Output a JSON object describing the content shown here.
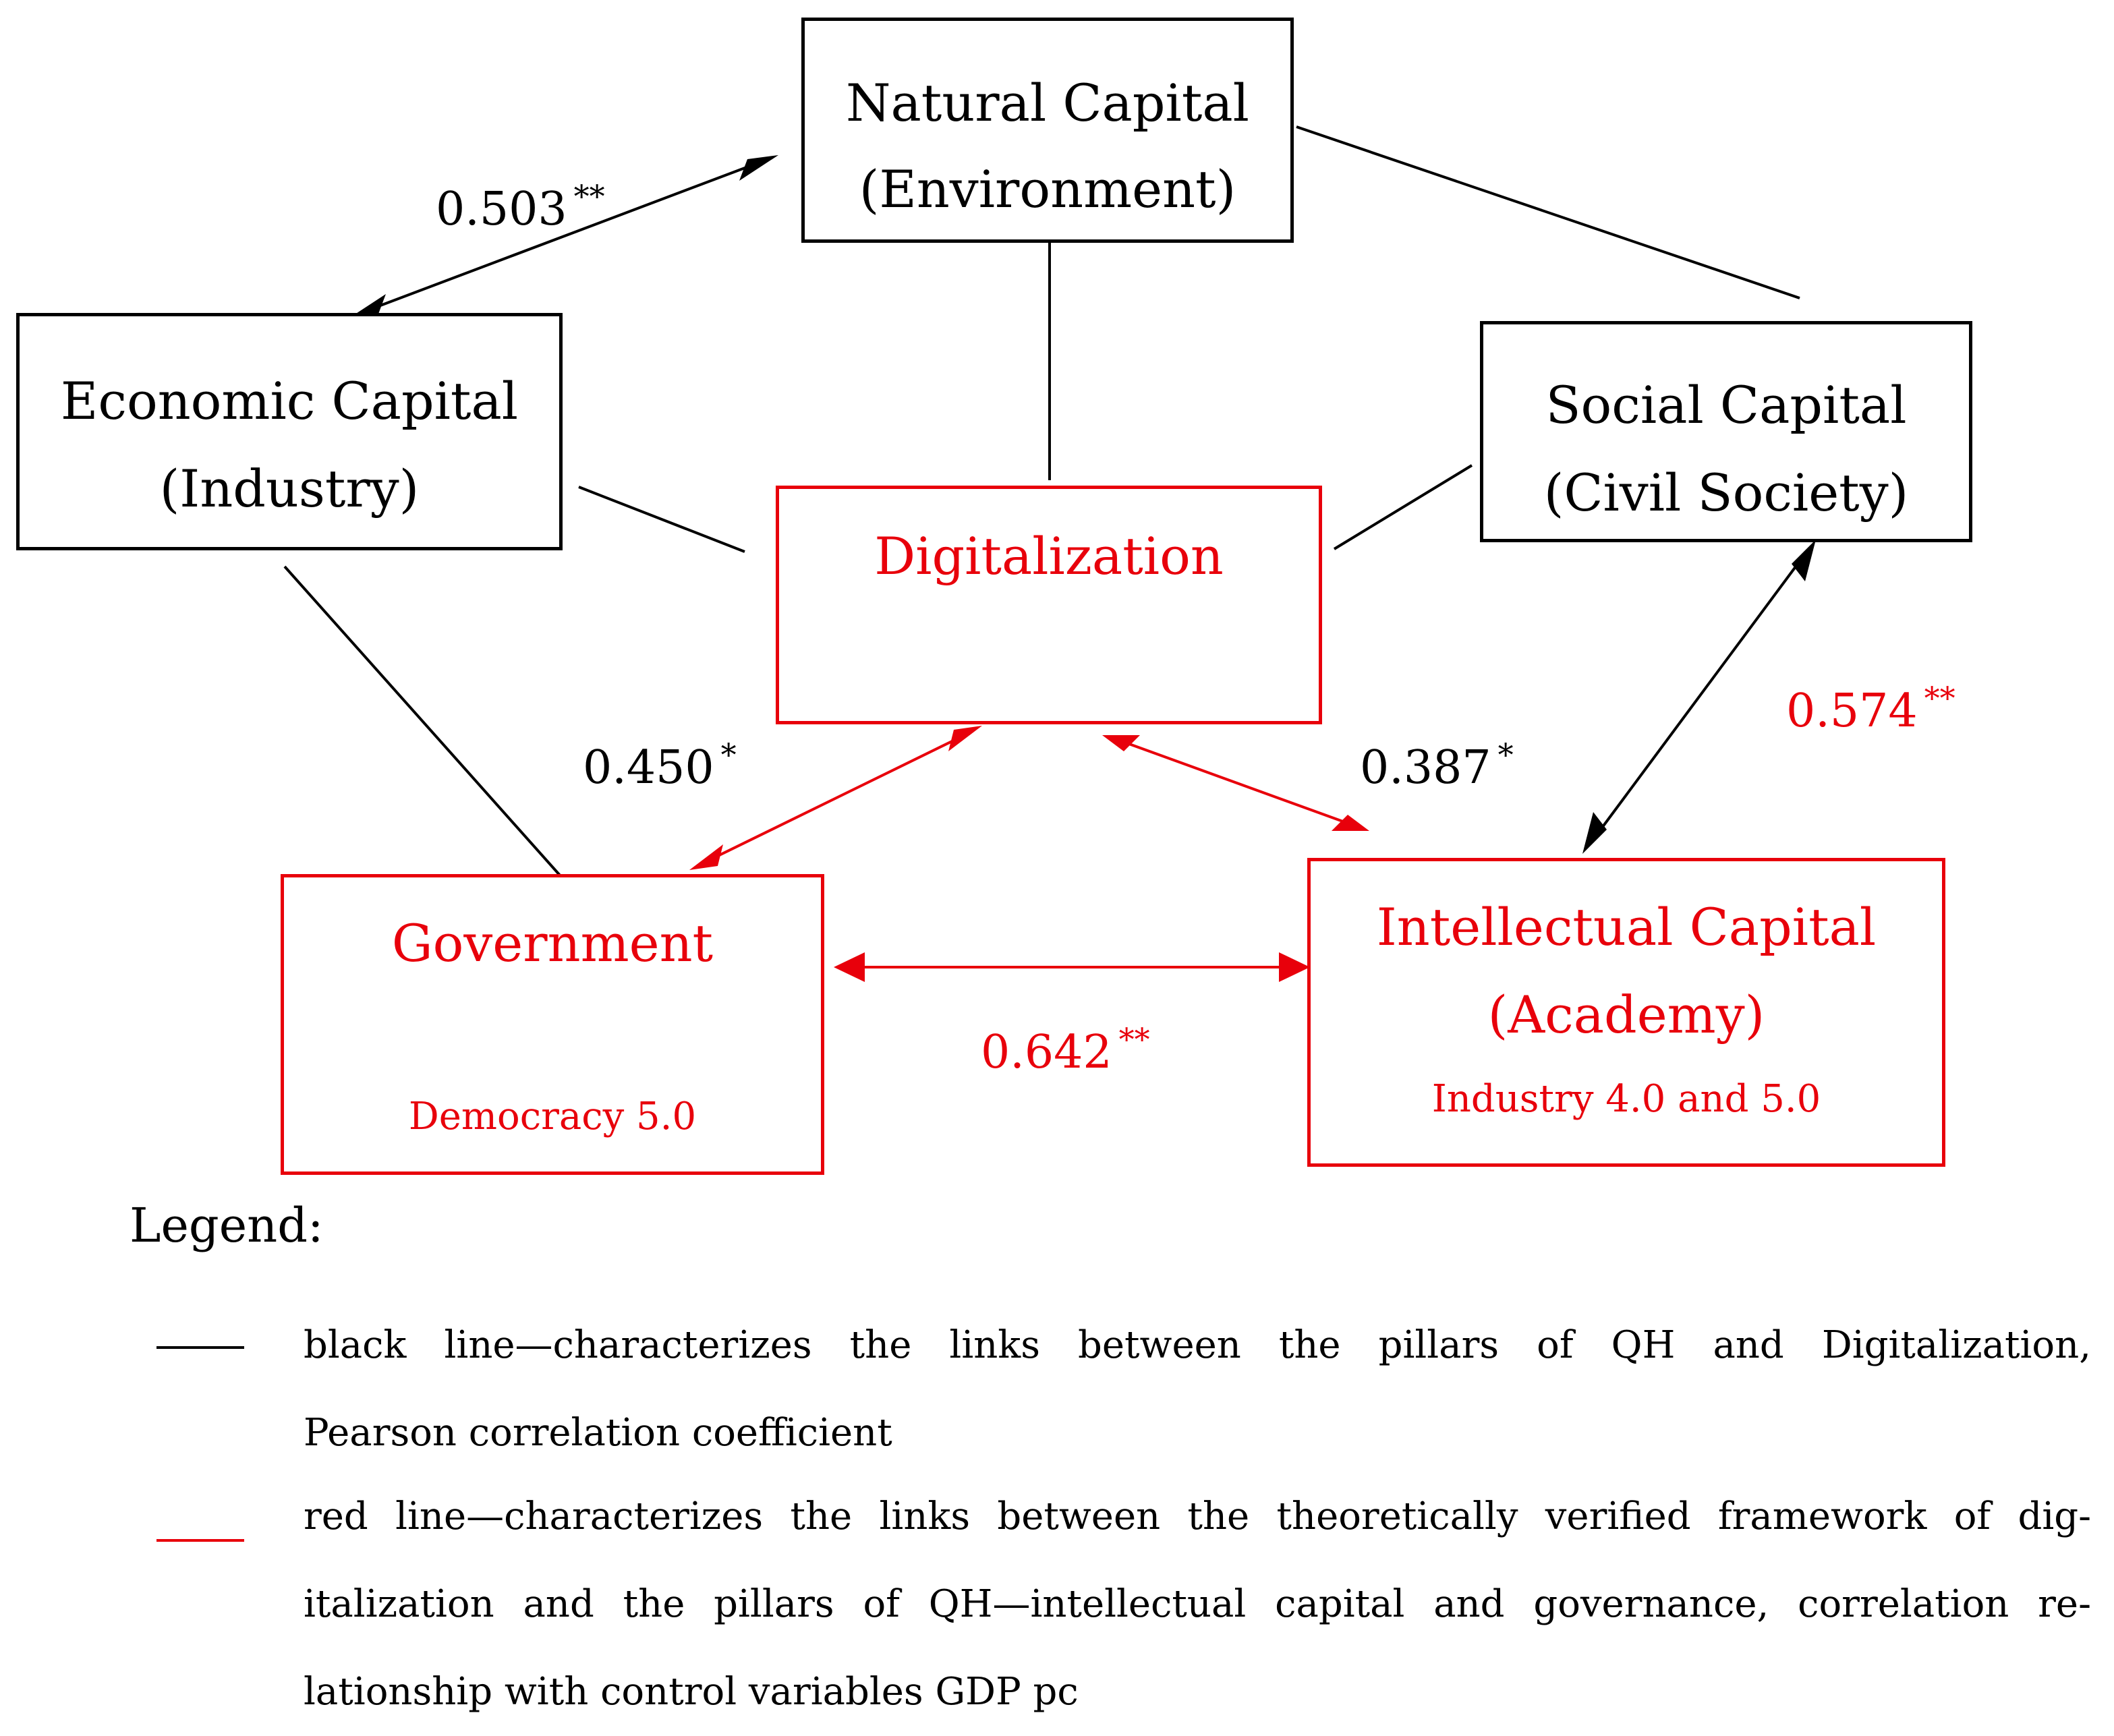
{
  "colors": {
    "black": "#000000",
    "red": "#e8000b"
  },
  "nodes": {
    "natural": {
      "line1": "Natural Capital",
      "line2": "(Environment)"
    },
    "economic": {
      "line1": "Economic Capital",
      "line2": "(Industry)"
    },
    "social": {
      "line1": "Social Capital",
      "line2": "(Civil Society)"
    },
    "digitalization": {
      "line1": "Digitalization"
    },
    "government": {
      "line1": "Government",
      "sub": "Democracy 5.0"
    },
    "intellectual": {
      "line1": "Intellectual Capital",
      "line2": "(Academy)",
      "sub": "Industry 4.0 and 5.0"
    }
  },
  "edges": {
    "economic_natural": {
      "value": "0.503",
      "stars": "**"
    },
    "digital_government": {
      "value": "0.450",
      "stars": "*"
    },
    "digital_intellectual": {
      "value": "0.387",
      "stars": "*"
    },
    "social_intellectual": {
      "value": "0.574",
      "stars": "**"
    },
    "government_intellectual": {
      "value": "0.642",
      "stars": "**"
    }
  },
  "legend": {
    "title": "Legend:",
    "black_line_1": "black line—characterizes the links between the pillars of QH and Digitalization,",
    "black_line_2": "Pearson correlation coefficient",
    "red_line_1": "red line—characterizes the links between the theoretically verified framework of dig-",
    "red_line_2": "italization and the pillars of QH—intellectual capital and governance, correlation re-",
    "red_line_3": "lationship with control variables GDP pc"
  }
}
